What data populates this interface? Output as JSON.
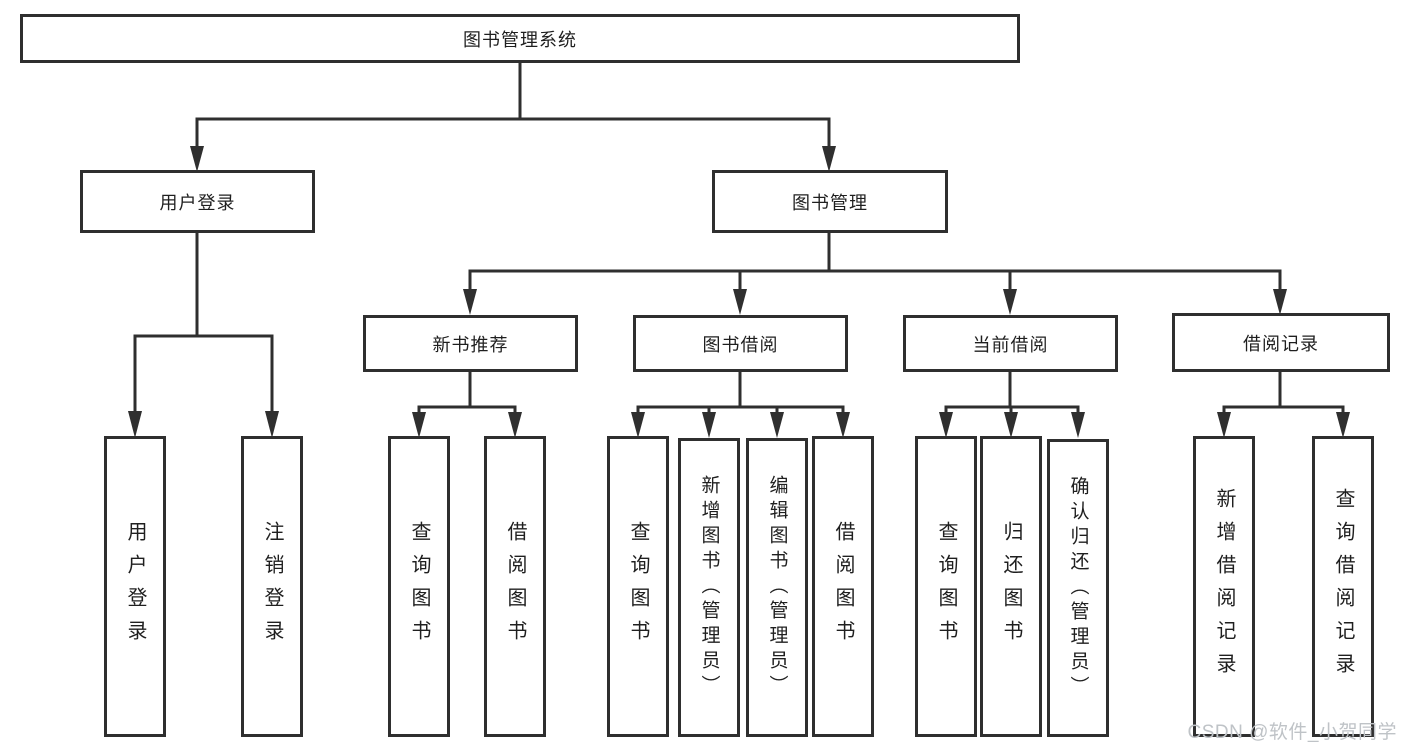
{
  "diagram": {
    "title": "图书管理系统",
    "branches": [
      {
        "label": "用户登录",
        "children": [
          {
            "label": "用户登录"
          },
          {
            "label": "注销登录"
          }
        ]
      },
      {
        "label": "图书管理",
        "children": [
          {
            "label": "新书推荐",
            "children": [
              {
                "label": "查询图书"
              },
              {
                "label": "借阅图书"
              }
            ]
          },
          {
            "label": "图书借阅",
            "children": [
              {
                "label": "查询图书"
              },
              {
                "label": "新增图书（管理员）"
              },
              {
                "label": "编辑图书（管理员）"
              },
              {
                "label": "借阅图书"
              }
            ]
          },
          {
            "label": "当前借阅",
            "children": [
              {
                "label": "查询图书"
              },
              {
                "label": "归还图书"
              },
              {
                "label": "确认归还（管理员）"
              }
            ]
          },
          {
            "label": "借阅记录",
            "children": [
              {
                "label": "新增借阅记录"
              },
              {
                "label": "查询借阅记录"
              }
            ]
          }
        ]
      }
    ]
  },
  "watermark": {
    "text": "CSDN @软件_小贺同学"
  },
  "colors": {
    "line": "#2f2f2f",
    "text": "#1f1f1f",
    "box_bg": "#ffffff",
    "watermark": "#bfc3c7"
  }
}
